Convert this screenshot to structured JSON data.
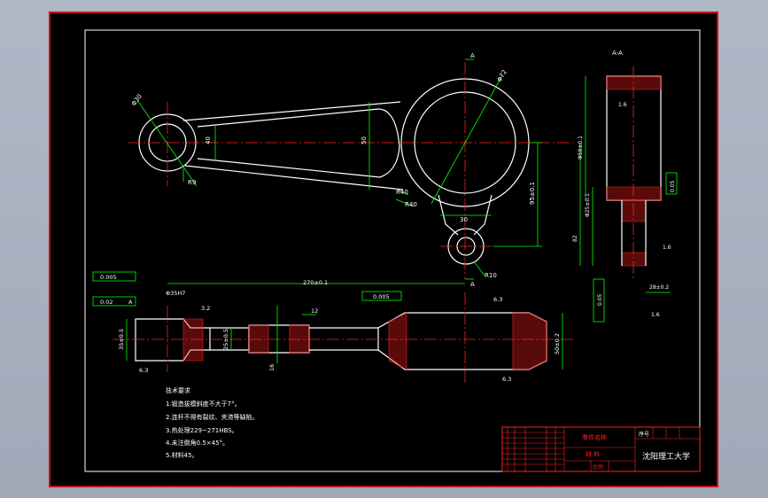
{
  "colors": {
    "background": "#000000",
    "frame": "#c3121b",
    "outline": "#ffffff",
    "centerline": "#ff2020",
    "dimension": "#00ff00",
    "hatch": "#ff3030",
    "text": "#ffffff",
    "title_red": "#ff2020"
  },
  "dims": {
    "section_mark_top": "A",
    "section_mark_bottom": "A",
    "section_title": "A-A",
    "phi_big": "Φ72",
    "phi_small": "Φ30",
    "r_small": "R9",
    "dim_40": "40",
    "dim_50": "50",
    "r_40a": "R40",
    "r_40b": "R40",
    "dim_30": "30",
    "r_10": "R10",
    "dim_95": "95±0.1",
    "dim_right_a": "Φ58±0.1",
    "dim_right_b": "Φ25±0.1",
    "dim_right_c": "82",
    "dim_right_d": "28±0.2",
    "dim_right_e": "1.6",
    "dim_right_f": "1.6",
    "dim_right_g": "0.05",
    "dim_right_h": "1.6",
    "dim_right_i": "0.05",
    "gdt_a": "0.005",
    "gdt_b": "0.02",
    "gdt_b_datum": "A",
    "gdt_c": "0.005",
    "dim_270": "270±0.1",
    "dim_12": "12",
    "dim_35": "35±0.5",
    "dim_25": "25±0.5",
    "dim_16": "16",
    "dim_50b": "50±0.2",
    "rough_63a": "6.3",
    "rough_63b": "6.3",
    "rough_32": "3.2",
    "rough_63c": "6.3",
    "rough_16": "1.6",
    "phi_top_left": "Φ35H7"
  },
  "notes": {
    "heading": "技术要求",
    "items": [
      "1.锻造拔模斜度不大于7°。",
      "2.连杆不得有裂纹、夹渣等缺陷。",
      "3.热处理229~271HBS。",
      "4.未注倒角0.5×45°。",
      "5.材料45。"
    ]
  },
  "title_block": {
    "part_name": "零件名称",
    "material": "材 料",
    "scale_label": "比例",
    "seq_label": "序号",
    "school": "沈阳理工大学"
  }
}
